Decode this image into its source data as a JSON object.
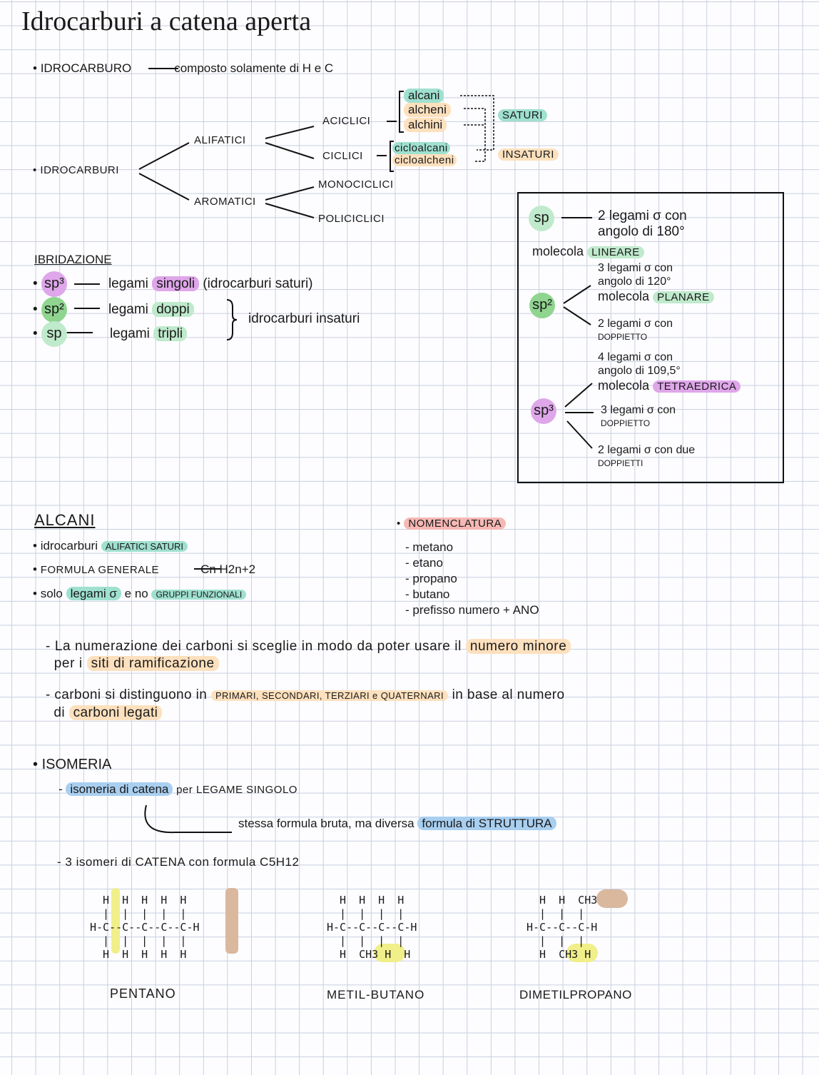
{
  "title": "Idrocarburi a catena aperta",
  "intro": {
    "term": "IDROCARBURO",
    "definition": "composto solamente di H e C"
  },
  "tree": {
    "root": "IDROCARBURI",
    "alifatici": "ALIFATICI",
    "aromatici": "AROMATICI",
    "aciclici": "ACICLICI",
    "ciclici": "CICLICI",
    "monociclici": "MONOCICLICI",
    "policiclici": "POLICICLICI",
    "alcani": "alcani",
    "alcheni": "alcheni",
    "alchini": "alchini",
    "cicloalcani": "cicloalcani",
    "cicloalcheni": "cicloalcheni",
    "saturi": "SATURI",
    "insaturi": "INSATURI"
  },
  "ibridazione": {
    "heading": "IBRIDAZIONE",
    "rows": [
      {
        "orb": "sp³",
        "text": "legami",
        "hl": "singoli",
        "extra": "(idrocarburi saturi)"
      },
      {
        "orb": "sp²",
        "text": "legami",
        "hl": "doppi"
      },
      {
        "orb": "sp",
        "text": "legami",
        "hl": "tripli"
      }
    ],
    "brace_label": "idrocarburi insaturi"
  },
  "box": {
    "sp": {
      "orb": "sp",
      "line1": "2 legami σ con",
      "line2": "angolo di 180°",
      "mol": "molecola",
      "shape": "LINEARE"
    },
    "sp2": {
      "orb": "sp²",
      "a1": "3 legami σ con",
      "a2": "angolo di 120°",
      "mol": "molecola",
      "shape": "PLANARE",
      "b1": "2 legami σ con",
      "b2": "DOPPIETTO"
    },
    "sp3": {
      "orb": "sp³",
      "a1": "4 legami σ con",
      "a2": "angolo di 109,5°",
      "mol": "molecola",
      "shape": "TETRAEDRICA",
      "b1": "3 legami σ con",
      "b2": "DOPPIETTO",
      "c1": "2 legami σ con due",
      "c2": "DOPPIETTI"
    }
  },
  "alcani": {
    "heading": "ALCANI",
    "l1": "idrocarburi",
    "l1_hl": "ALIFATICI SATURI",
    "l2": "FORMULA GENERALE",
    "l2_formula": "Cn H2n+2",
    "l3a": "solo",
    "l3_hl1": "legami σ",
    "l3b": "e no",
    "l3_hl2": "GRUPPI FUNZIONALI"
  },
  "nomenclatura": {
    "heading": "NOMENCLATURA",
    "items": [
      "metano",
      "etano",
      "propano",
      "butano",
      "prefisso numero + ANO"
    ]
  },
  "notes": {
    "n1a": "La numerazione dei carboni si sceglie in modo da poter usare il",
    "n1_hl1": "numero minore",
    "n1b": "per i",
    "n1_hl2": "siti di ramificazione",
    "n2a": "carboni si distinguono in",
    "n2_hl1": "PRIMARI, SECONDARI, TERZIARI e QUATERNARI",
    "n2b": "in base al numero",
    "n2c": "di",
    "n2_hl2": "carboni legati"
  },
  "isomeria": {
    "heading": "ISOMERIA",
    "l1_hl": "isomeria di catena",
    "l1": "per LEGAME SINGOLO",
    "l2": "stessa formula bruta, ma diversa",
    "l2_hl": "formula di STRUTTURA",
    "l3": "3 isomeri di CATENA con formula C5H12"
  },
  "molecules": [
    {
      "name": "PENTANO",
      "rows": [
        "H  H  H  H  H",
        "|  |  |  |  |",
        "H-C--C--C--C--C-H",
        "|  |  |  |  |",
        "H  H  H  H  H"
      ]
    },
    {
      "name": "METIL-BUTANO",
      "rows": [
        "H  H  H  H",
        "|  |  |  |",
        "H-C--C--C--C-H",
        "|  |  |  |",
        "H  CH3 H  H"
      ]
    },
    {
      "name": "DIMETILPROPANO",
      "rows": [
        "H  H  CH3",
        "|  |  |",
        "H-C--C--C-H",
        "|  |  |",
        "H  CH3 H"
      ]
    }
  ]
}
